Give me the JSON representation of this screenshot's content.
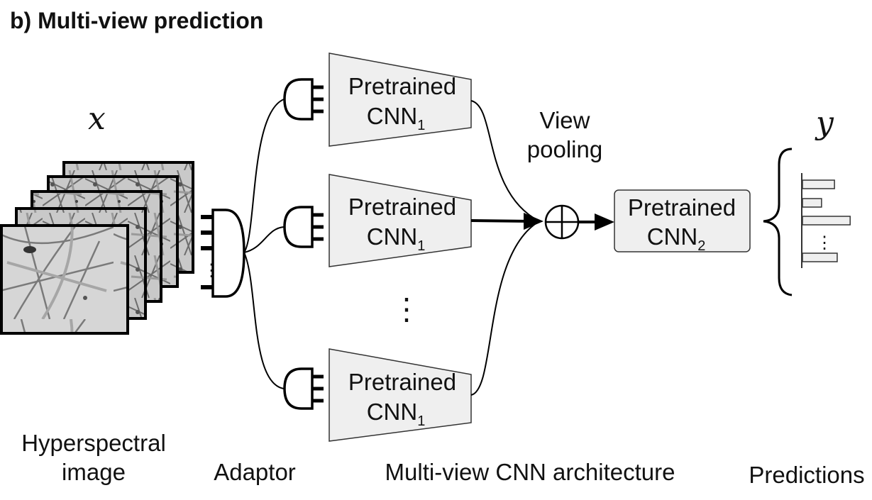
{
  "title": "b) Multi-view prediction",
  "input_symbol": "x",
  "output_symbol": "y",
  "cnn1_boxes": [
    {
      "line1": "Pretrained",
      "line2": "CNN",
      "subscript": "1"
    },
    {
      "line1": "Pretrained",
      "line2": "CNN",
      "subscript": "1"
    },
    {
      "line1": "Pretrained",
      "line2": "CNN",
      "subscript": "1"
    }
  ],
  "cnn2_box": {
    "line1": "Pretrained",
    "line2": "CNN",
    "subscript": "2"
  },
  "view_pooling": {
    "line1": "View",
    "line2": "pooling"
  },
  "ellipsis": "⋮",
  "captions": {
    "hyperspectral_line1": "Hyperspectral",
    "hyperspectral_line2": "image",
    "adaptor": "Adaptor",
    "architecture": "Multi-view CNN architecture",
    "predictions": "Predictions"
  },
  "prediction_bars": [
    0.47,
    0.28,
    0.7,
    0.51
  ]
}
